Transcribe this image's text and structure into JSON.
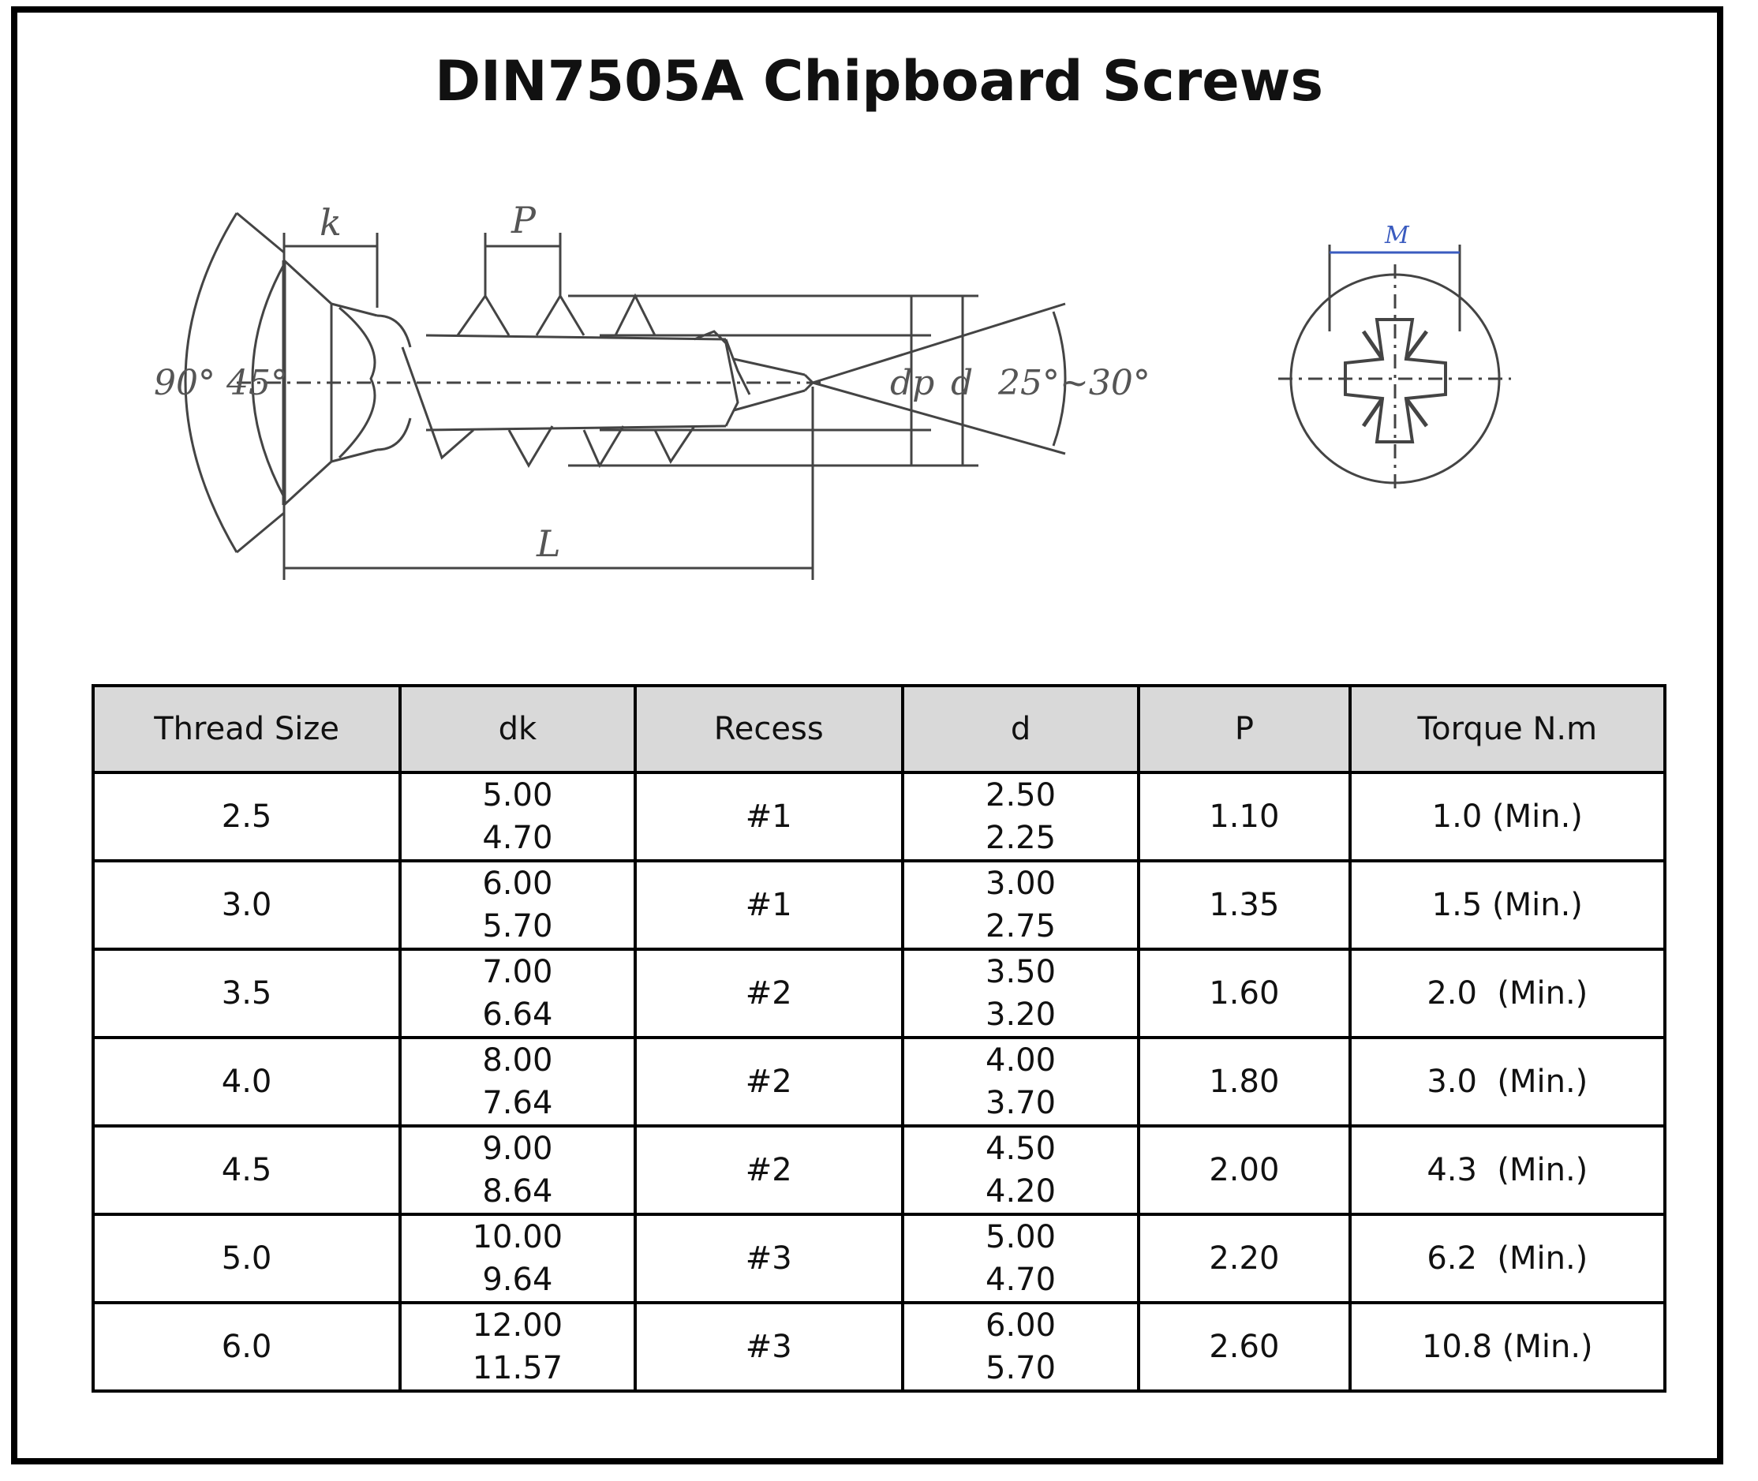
{
  "title": "DIN7505A Chipboard Screws",
  "diagram": {
    "labels": {
      "k": "k",
      "P": "P",
      "angle_left": "90° 45°",
      "dp": "dp",
      "d": "d",
      "angle_right": "25°~30°",
      "L": "L",
      "M": "M"
    }
  },
  "table": {
    "headers": [
      "Thread Size",
      "dk",
      "Recess",
      "d",
      "P",
      "Torque N.m"
    ],
    "rows": [
      {
        "thread": "2.5",
        "dk_max": "5.00",
        "dk_min": "4.70",
        "recess": "#1",
        "d_max": "2.50",
        "d_min": "2.25",
        "p": "1.10",
        "torque": "1.0 (Min.)"
      },
      {
        "thread": "3.0",
        "dk_max": "6.00",
        "dk_min": "5.70",
        "recess": "#1",
        "d_max": "3.00",
        "d_min": "2.75",
        "p": "1.35",
        "torque": "1.5 (Min.)"
      },
      {
        "thread": "3.5",
        "dk_max": "7.00",
        "dk_min": "6.64",
        "recess": "#2",
        "d_max": "3.50",
        "d_min": "3.20",
        "p": "1.60",
        "torque": "2.0  (Min.)"
      },
      {
        "thread": "4.0",
        "dk_max": "8.00",
        "dk_min": "7.64",
        "recess": "#2",
        "d_max": "4.00",
        "d_min": "3.70",
        "p": "1.80",
        "torque": "3.0  (Min.)"
      },
      {
        "thread": "4.5",
        "dk_max": "9.00",
        "dk_min": "8.64",
        "recess": "#2",
        "d_max": "4.50",
        "d_min": "4.20",
        "p": "2.00",
        "torque": "4.3  (Min.)"
      },
      {
        "thread": "5.0",
        "dk_max": "10.00",
        "dk_min": "9.64",
        "recess": "#3",
        "d_max": "5.00",
        "d_min": "4.70",
        "p": "2.20",
        "torque": "6.2  (Min.)"
      },
      {
        "thread": "6.0",
        "dk_max": "12.00",
        "dk_min": "11.57",
        "recess": "#3",
        "d_max": "6.00",
        "d_min": "5.70",
        "p": "2.60",
        "torque": "10.8 (Min.)"
      }
    ]
  }
}
